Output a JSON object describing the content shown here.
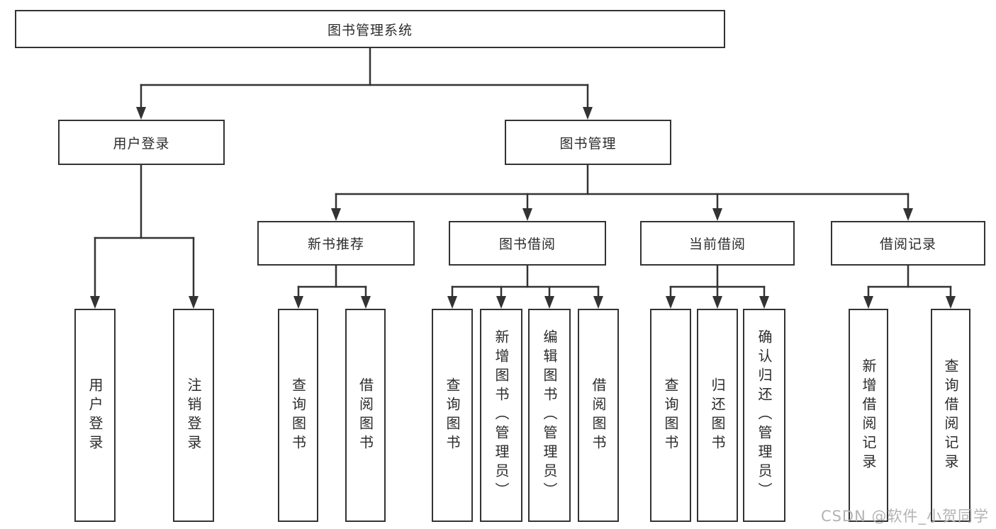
{
  "diagram_title": "图书管理系统",
  "tree": {
    "label": "图书管理系统",
    "children": [
      {
        "label": "用户登录",
        "children": [
          {
            "label": "用户登录"
          },
          {
            "label": "注销登录"
          }
        ]
      },
      {
        "label": "图书管理",
        "children": [
          {
            "label": "新书推荐",
            "children": [
              {
                "label": "查询图书"
              },
              {
                "label": "借阅图书"
              }
            ]
          },
          {
            "label": "图书借阅",
            "children": [
              {
                "label": "查询图书"
              },
              {
                "label": "新增图书（管理员）"
              },
              {
                "label": "编辑图书（管理员）"
              },
              {
                "label": "借阅图书"
              }
            ]
          },
          {
            "label": "当前借阅",
            "children": [
              {
                "label": "查询图书"
              },
              {
                "label": "归还图书"
              },
              {
                "label": "确认归还（管理员）"
              }
            ]
          },
          {
            "label": "借阅记录",
            "children": [
              {
                "label": "新增借阅记录"
              },
              {
                "label": "查询借阅记录"
              }
            ]
          }
        ]
      }
    ]
  },
  "watermark": {
    "text": "CSDN @软件_小贺同学"
  },
  "colors": {
    "line": "#333333",
    "text": "#2b2b2b",
    "background": "#ffffff",
    "watermark": "#b3b3b3"
  }
}
